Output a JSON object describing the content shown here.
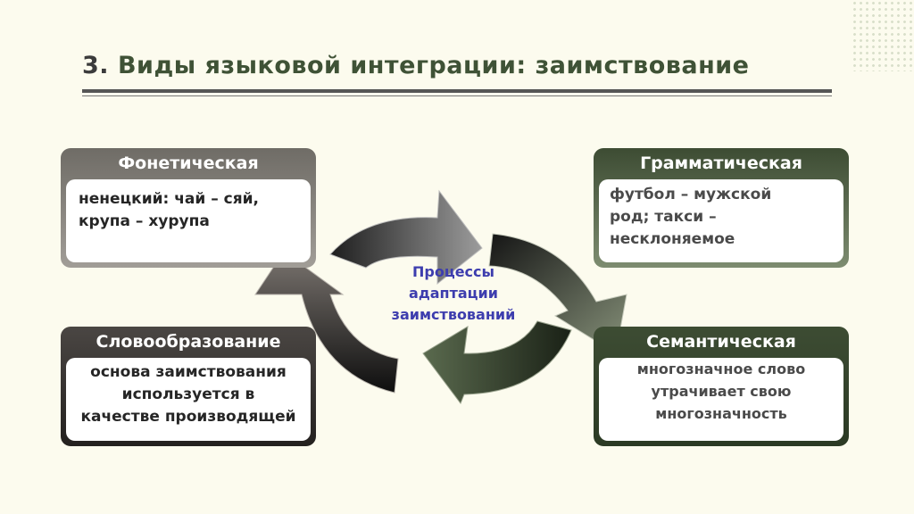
{
  "slide": {
    "title_number": "3.",
    "title_text": "Виды языковой интеграции: заимствование"
  },
  "center": {
    "line1": "Процессы",
    "line2": "адаптации",
    "line3": "заимствований"
  },
  "cards": {
    "phonetic": {
      "title": "Фонетическая",
      "line1": "ненецкий: чай – сяй,",
      "line2": "крупа – хурупа"
    },
    "grammatical": {
      "title": "Грамматическая",
      "line1": "футбол – мужской",
      "line2": "род; такси –",
      "line3": "несклоняемое"
    },
    "word_formation": {
      "title": "Словообразование",
      "line1": "основа заимствования",
      "line2": "используется в",
      "line3": "качестве производящей"
    },
    "semantic": {
      "title": "Семантическая",
      "line1": "многозначное слово",
      "line2": "утрачивает свою",
      "line3": "многозначность"
    }
  },
  "colors": {
    "title_green": "#3f5236",
    "center_text_blue": "#3d3dae",
    "background": "#fcfbee"
  }
}
